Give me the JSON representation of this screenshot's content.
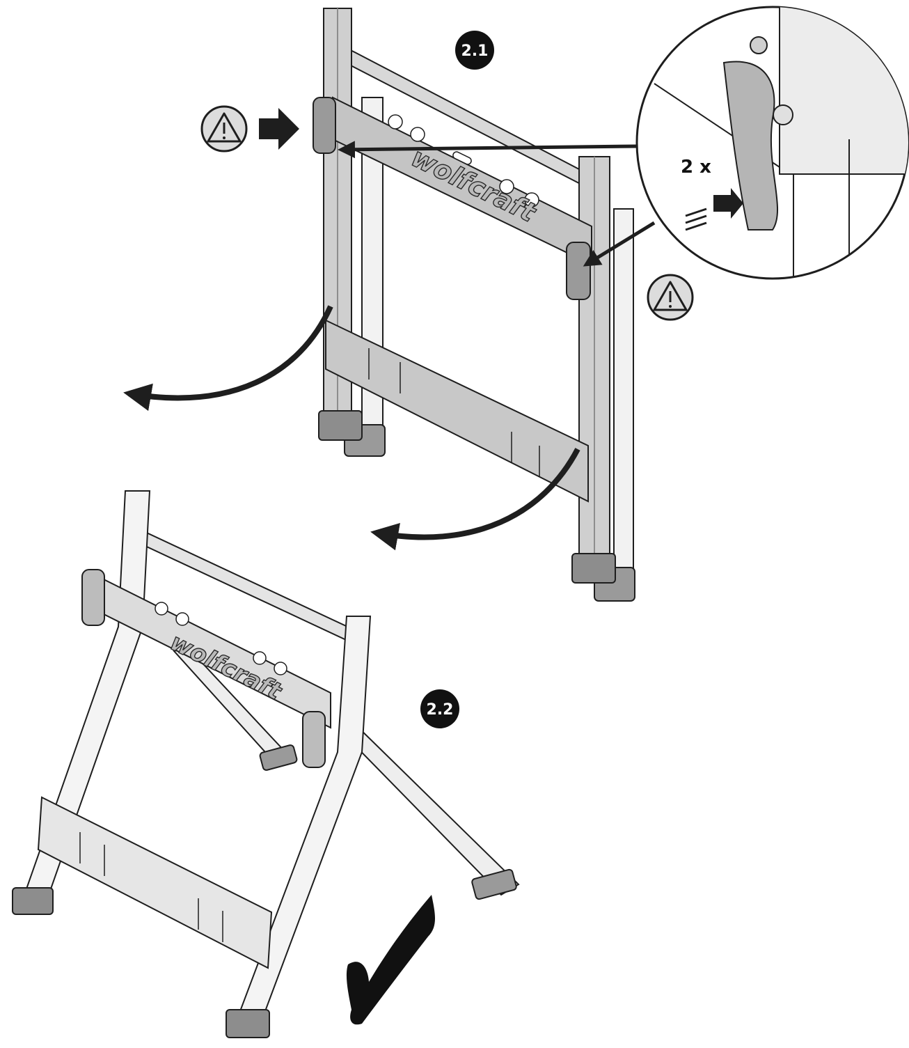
{
  "diagram": {
    "steps": [
      {
        "id": "2.1",
        "label": "2.1"
      },
      {
        "id": "2.2",
        "label": "2.2"
      }
    ],
    "brand": "wolfcraft",
    "detail_callout": {
      "count_label": "2 x"
    },
    "icons": [
      "warning-icon",
      "push-arrow-icon",
      "fold-arrow-icon",
      "checkmark-icon",
      "magnifier-callout"
    ],
    "colors": {
      "frame_fill": "#cfcfcf",
      "frame_dark": "#8d8d8d",
      "outline": "#1e1e1e",
      "badge": "#111111",
      "warning_fill": "#dcdcdc"
    }
  }
}
